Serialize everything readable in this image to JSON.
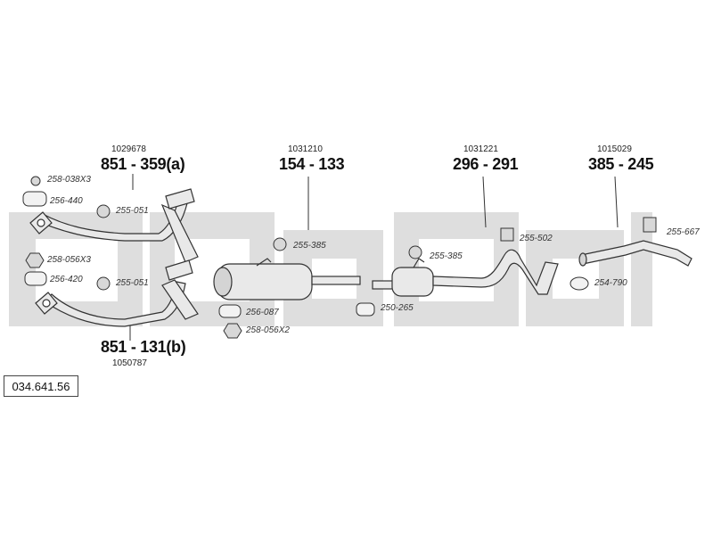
{
  "diagram_code": "034.641.56",
  "watermark": "bosal",
  "colors": {
    "watermark": "#dedede",
    "line": "#333333",
    "part_fill": "#e9e9e9"
  },
  "assemblies": {
    "front_a": {
      "ref": "1029678",
      "part_number": "851 - 359(a)"
    },
    "front_b": {
      "ref": "1050787",
      "part_number": "851 - 131(b)"
    },
    "center_silencer": {
      "ref": "1031210",
      "part_number": "154 - 133"
    },
    "middle_silencer": {
      "ref": "1031221",
      "part_number": "296 - 291"
    },
    "rear_pipe": {
      "ref": "1015029",
      "part_number": "385 - 245"
    }
  },
  "fittings": {
    "f1": "258-038X3",
    "f2": "256-440",
    "f3": "255-051",
    "f4": "258-056X3",
    "f5": "256-420",
    "f6": "255-051",
    "f7": "255-385",
    "f8": "256-087",
    "f9": "258-056X2",
    "f10": "255-385",
    "f11": "250-265",
    "f12": "255-502",
    "f13": "255-667",
    "f14": "254-790"
  }
}
